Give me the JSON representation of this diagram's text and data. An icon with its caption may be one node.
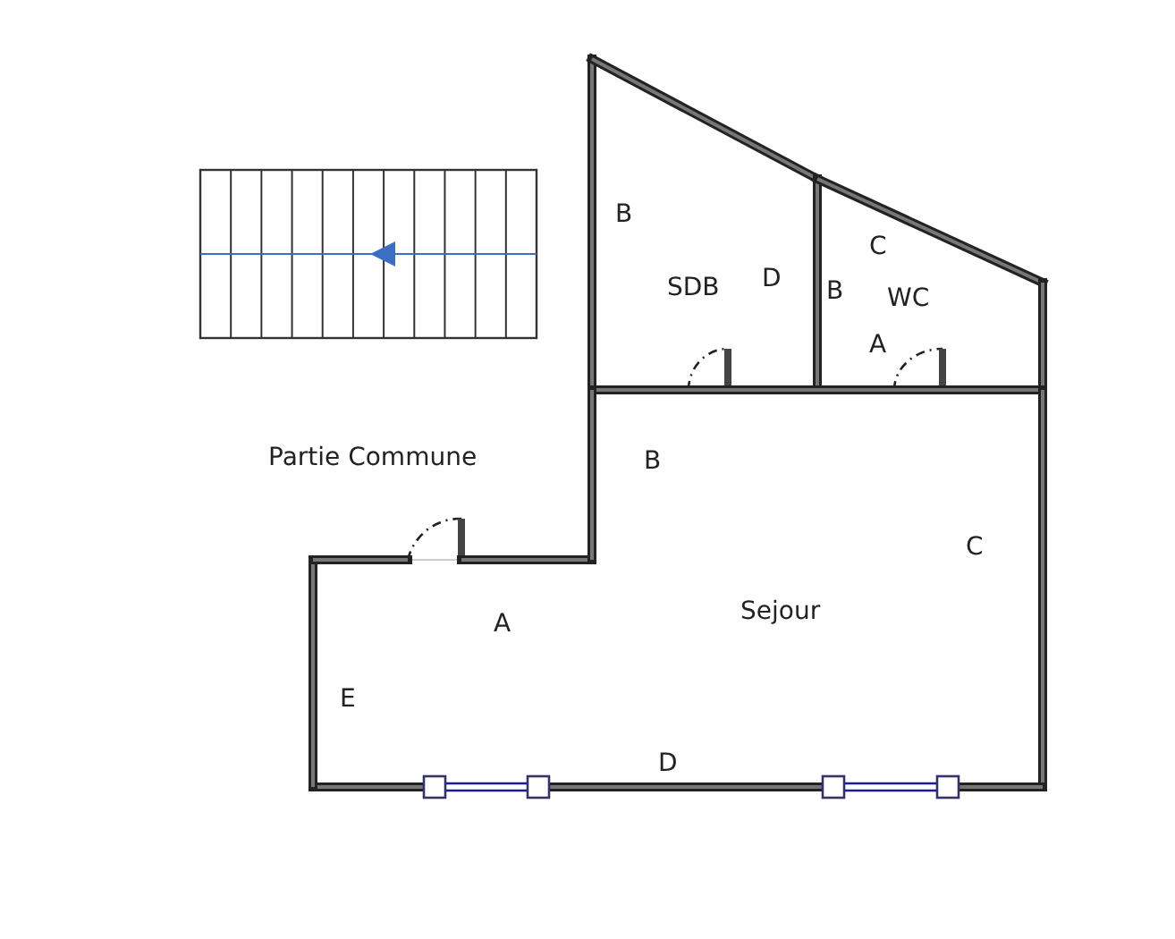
{
  "diagram": {
    "nodes": [
      {
        "text": [
          "SDB"
        ]
      },
      {
        "text": [
          "WC"
        ]
      },
      {
        "text": [
          "Sejour"
        ]
      }
    ],
    "labels": [
      "B",
      "C",
      "D",
      "B",
      "A",
      "Partie Commune",
      "B",
      "C",
      "A",
      "E",
      "D"
    ]
  }
}
